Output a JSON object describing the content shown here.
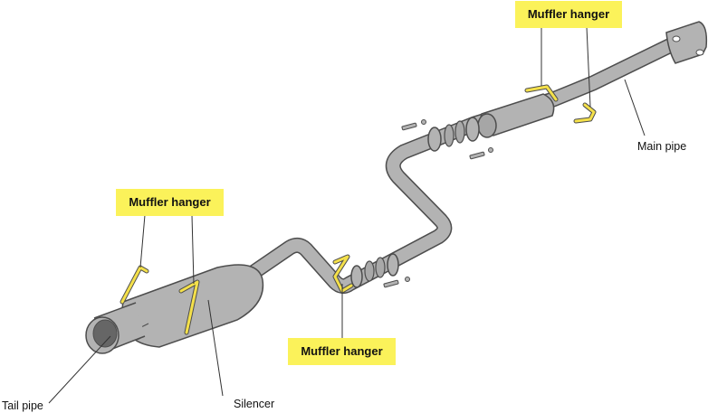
{
  "colors": {
    "pipe": "#b3b3b3",
    "pipe_outline": "#4d4d4d",
    "hanger": "#f4e04a",
    "callout_bg": "#fbf25a",
    "leader": "#333333"
  },
  "labels": {
    "hanger_top": "Muffler hanger",
    "hanger_left": "Muffler hanger",
    "hanger_bottom": "Muffler hanger",
    "main_pipe": "Main pipe",
    "silencer": "Silencer",
    "tail_pipe": "Tail pipe"
  }
}
